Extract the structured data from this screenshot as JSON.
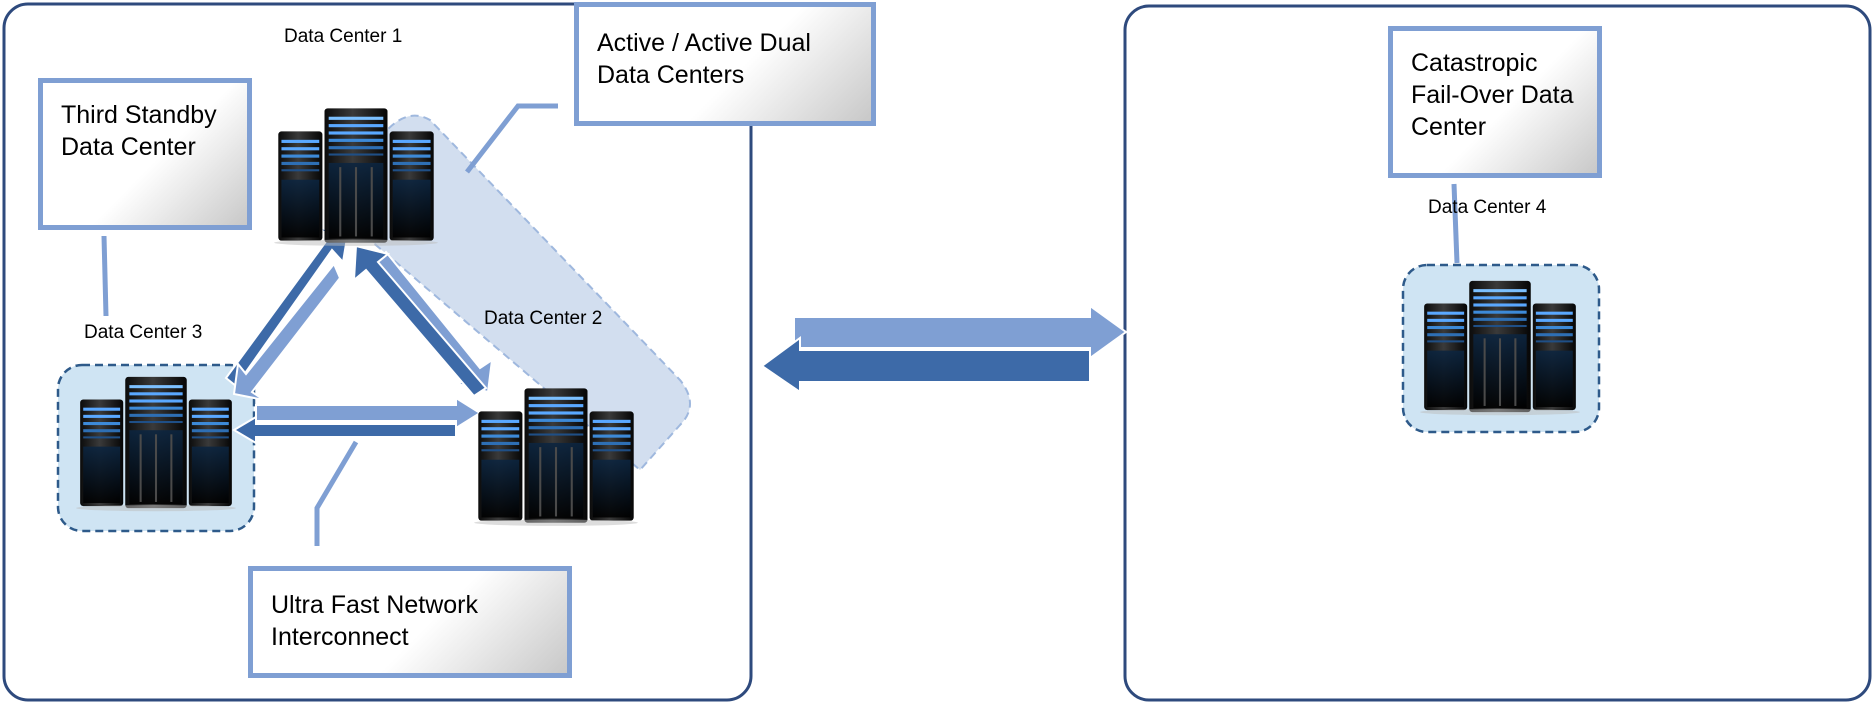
{
  "data_centers": [
    {
      "id": "dc1",
      "label": "Data Center 1"
    },
    {
      "id": "dc2",
      "label": "Data Center 2"
    },
    {
      "id": "dc3",
      "label": "Data Center 3"
    },
    {
      "id": "dc4",
      "label": "Data Center 4"
    }
  ],
  "callouts": {
    "active_active": "Active / Active Dual Data Centers",
    "third_standby": "Third Standby Data Center",
    "network": "Ultra Fast Network Interconnect",
    "catastrophic": "Catastropic Fail-Over Data Center"
  },
  "colors": {
    "frame_border": "#2e4a7d",
    "callout_border": "#7f9fd3",
    "arrow_light": "#7f9fd3",
    "arrow_dark": "#3d6aa8",
    "dashed_region_fill": "#d2deef",
    "server_highlight": "#5aa8ff",
    "server_body": "#1a1a1a"
  }
}
